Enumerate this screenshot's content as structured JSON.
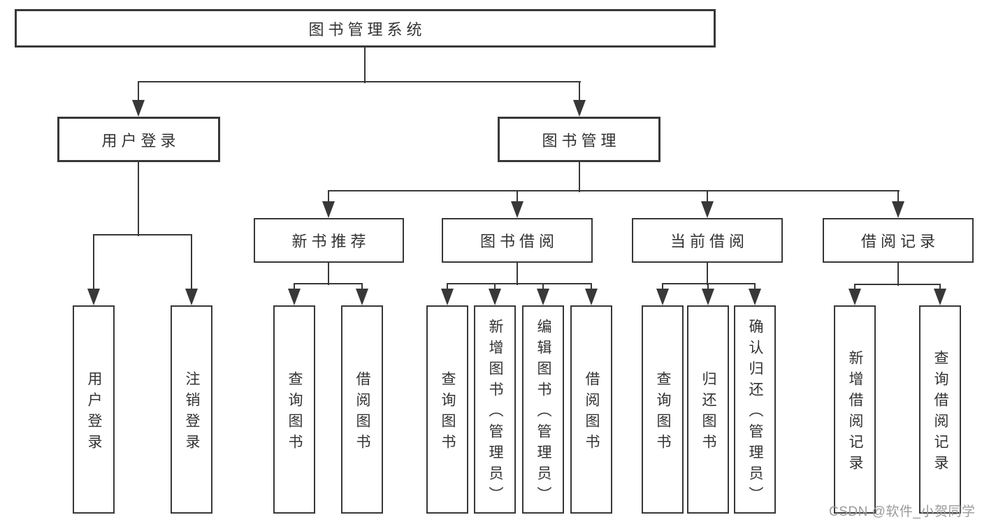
{
  "diagram": {
    "root": {
      "label": "图书管理系统"
    },
    "level2": [
      {
        "label": "用户登录"
      },
      {
        "label": "图书管理"
      }
    ],
    "level3": [
      {
        "label": "新书推荐"
      },
      {
        "label": "图书借阅"
      },
      {
        "label": "当前借阅"
      },
      {
        "label": "借阅记录"
      }
    ],
    "level4": [
      {
        "label": "用户登录"
      },
      {
        "label": "注销登录"
      },
      {
        "label": "查询图书"
      },
      {
        "label": "借阅图书"
      },
      {
        "label": "查询图书"
      },
      {
        "label": "新增图书（管理员）"
      },
      {
        "label": "编辑图书（管理员）"
      },
      {
        "label": "借阅图书"
      },
      {
        "label": "查询图书"
      },
      {
        "label": "归还图书"
      },
      {
        "label": "确认归还（管理员）"
      },
      {
        "label": "新增借阅记录"
      },
      {
        "label": "查询借阅记录"
      }
    ],
    "colors": {
      "line": "#383838",
      "text": "#333333",
      "background": "#ffffff"
    }
  },
  "watermark": {
    "text": "CSDN @软件_小贺同学",
    "color": "#9b9b9b"
  }
}
